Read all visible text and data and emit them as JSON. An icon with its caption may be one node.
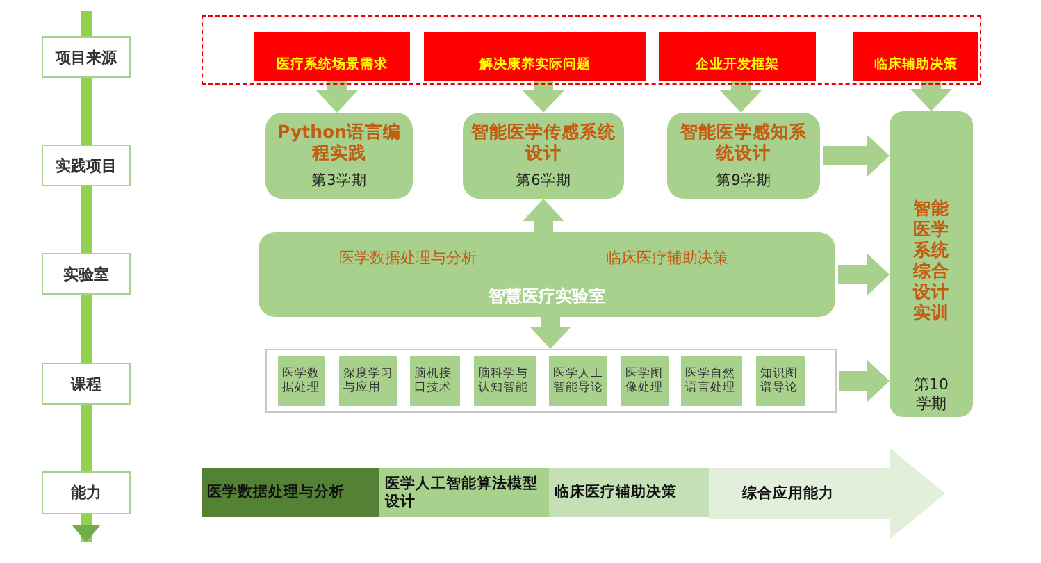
{
  "diagram": {
    "nodes": [
      {
        "text": [
          "项目来源"
        ]
      },
      {
        "text": [
          "实践项目"
        ]
      },
      {
        "text": [
          "实验室"
        ]
      },
      {
        "text": [
          "课程"
        ]
      },
      {
        "text": [
          "能力"
        ]
      },
      {
        "text": [],
        "shape": "box"
      },
      {
        "text": [
          "医疗系统场景需求"
        ],
        "in": 5
      },
      {
        "text": [
          "解决康养实际问题"
        ],
        "in": 5
      },
      {
        "text": [
          "企业开发框架"
        ],
        "in": 5
      },
      {
        "text": [
          "临床辅助决策"
        ],
        "in": 5
      },
      {
        "text": [
          "Python语言编程实践",
          "第3学期"
        ]
      },
      {
        "text": [
          "智能医学传感系统设计",
          "第6学期"
        ]
      },
      {
        "text": [
          "智能医学感知系统设计",
          "第9学期"
        ]
      },
      {
        "text": [
          "智能医学系统综合设计实训",
          "第10学期"
        ]
      },
      {
        "text": [
          "医学数据处理与分析",
          "临床医疗辅助决策",
          "智慧医疗实验室"
        ]
      },
      {
        "text": [],
        "shape": "box"
      },
      {
        "text": [
          "医学数据处理"
        ],
        "in": 15
      },
      {
        "text": [
          "深度学习与应用"
        ],
        "in": 15
      },
      {
        "text": [
          "脑机接口技术"
        ],
        "in": 15
      },
      {
        "text": [
          "脑科学与认知智能"
        ],
        "in": 15
      },
      {
        "text": [
          "医学人工智能导论"
        ],
        "in": 15
      },
      {
        "text": [
          "医学图像处理"
        ],
        "in": 15
      },
      {
        "text": [
          "医学自然语言处理"
        ],
        "in": 15
      },
      {
        "text": [
          "知识图谱导论"
        ],
        "in": 15
      },
      {
        "text": [
          "医学数据处理与分析"
        ]
      },
      {
        "text": [
          "医学人工智能算法模型设计"
        ]
      },
      {
        "text": [
          "临床医疗辅助决策"
        ]
      },
      {
        "text": [
          "综合应用能力"
        ]
      }
    ],
    "edges": [
      {
        "from": 6,
        "to": 10,
        "arrow": "to"
      },
      {
        "from": 7,
        "to": 11,
        "arrow": "to"
      },
      {
        "from": 8,
        "to": 12,
        "arrow": "to"
      },
      {
        "from": 9,
        "to": 13,
        "arrow": "to"
      },
      {
        "from": 14,
        "to": 11,
        "arrow": "to"
      },
      {
        "from": 14,
        "to": 15,
        "arrow": "to"
      },
      {
        "from": 12,
        "to": 13,
        "arrow": "to"
      },
      {
        "from": 14,
        "to": 13,
        "arrow": "to"
      },
      {
        "from": 15,
        "to": 13,
        "arrow": "to"
      }
    ]
  }
}
